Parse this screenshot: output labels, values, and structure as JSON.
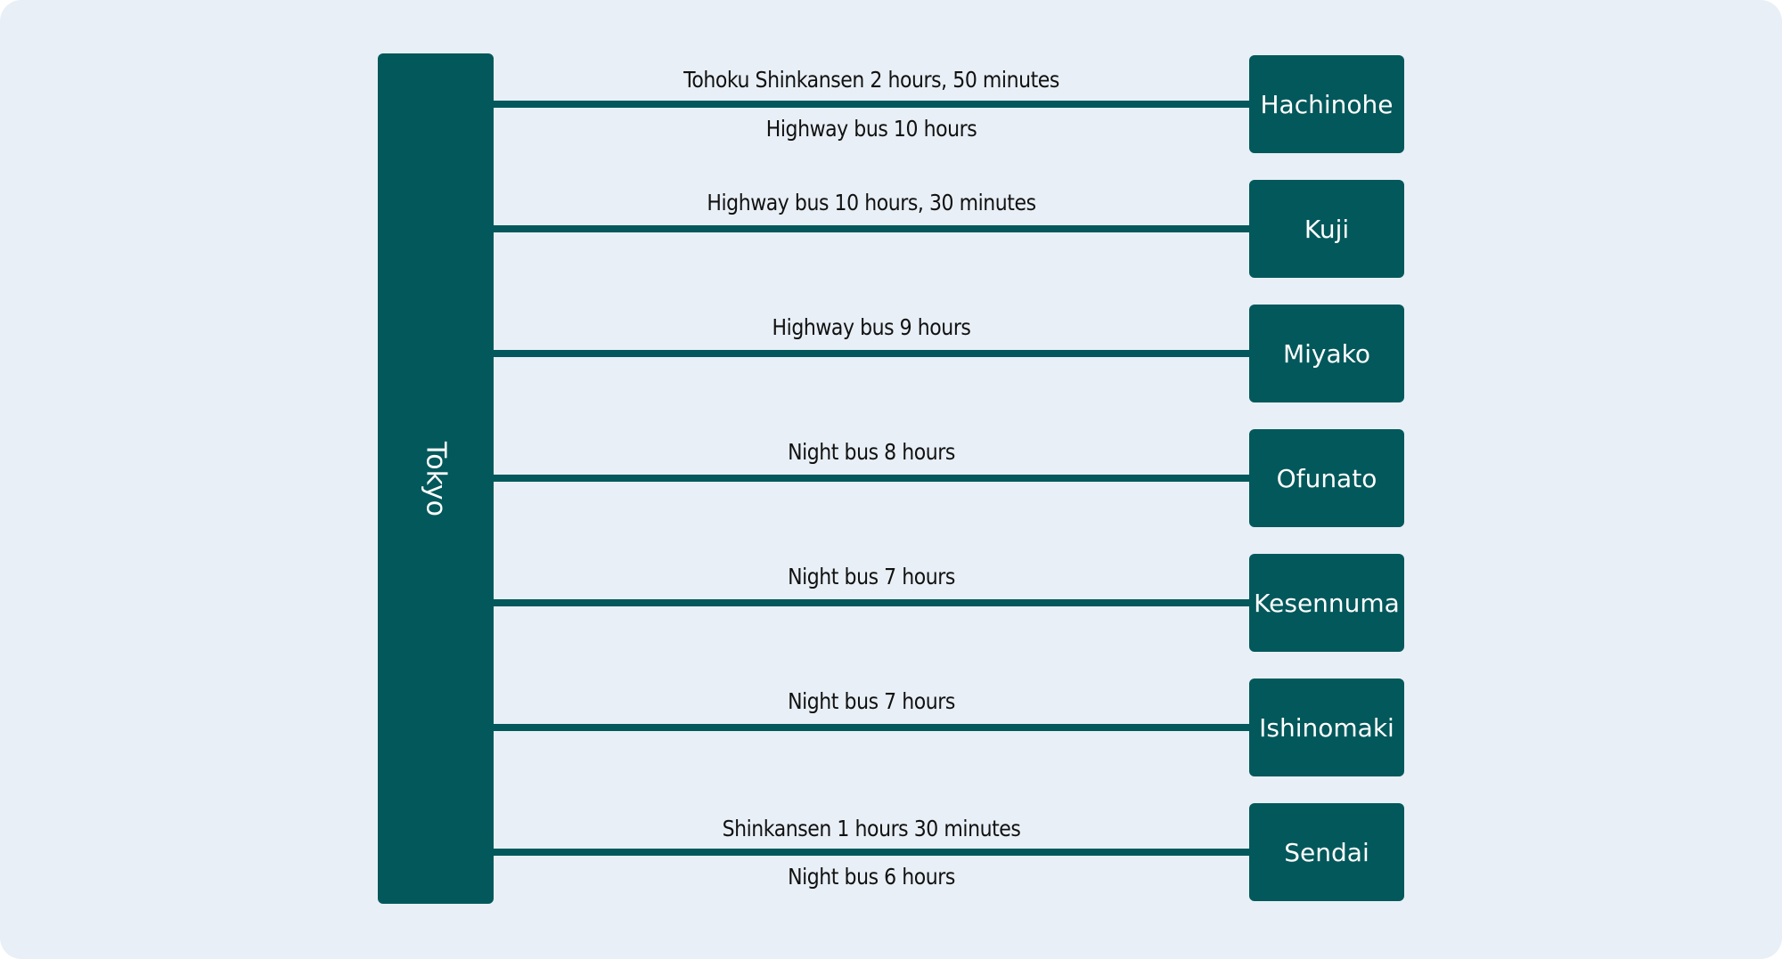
{
  "origin": {
    "label": "Tokyo"
  },
  "routes": [
    {
      "destination": "Hachinohe",
      "above": "Tohoku Shinkansen 2 hours, 50 minutes",
      "below": "Highway bus 10 hours"
    },
    {
      "destination": "Kuji",
      "above": "Highway bus 10 hours, 30 minutes",
      "below": ""
    },
    {
      "destination": "Miyako",
      "above": "Highway bus 9 hours",
      "below": ""
    },
    {
      "destination": "Ofunato",
      "above": "Night bus 8 hours",
      "below": ""
    },
    {
      "destination": "Kesennuma",
      "above": "Night bus 7 hours",
      "below": ""
    },
    {
      "destination": "Ishinomaki",
      "above": "Night bus 7 hours",
      "below": ""
    },
    {
      "destination": "Sendai",
      "above": "Shinkansen 1 hours 30 minutes",
      "below": "Night bus 6 hours"
    }
  ],
  "colors": {
    "background": "#e8eff6",
    "node": "#02585b",
    "text_on_node": "#ffffff",
    "label_text": "#111111"
  }
}
